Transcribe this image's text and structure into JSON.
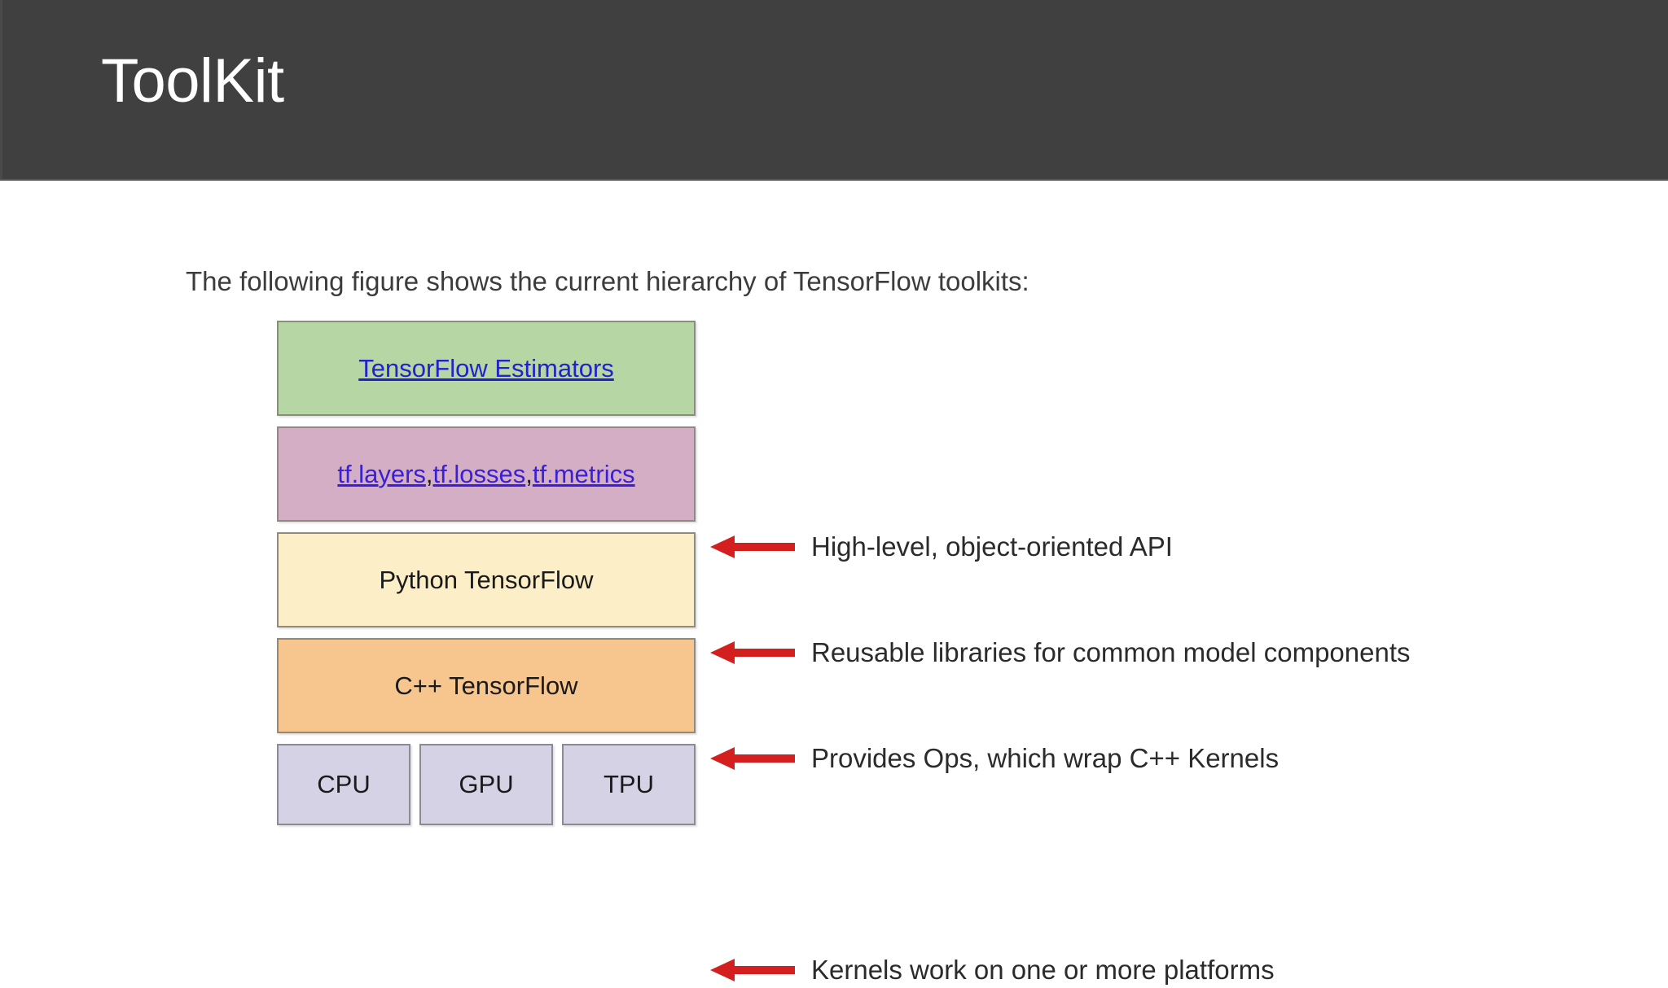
{
  "slide": {
    "title": "ToolKit",
    "header_bg": "#404040",
    "title_color": "#ffffff"
  },
  "figure": {
    "intro_text": "The following figure shows the current hierarchy of TensorFlow toolkits:",
    "arrow_color": "#d41f1f",
    "link_color": "#2222cc",
    "layers": [
      {
        "id": "estimators",
        "label": "TensorFlow Estimators",
        "is_link": true,
        "fill": "#b6d6a4",
        "annotation": "High-level, object-oriented API"
      },
      {
        "id": "libraries",
        "label": "tf.layers, tf.losses, tf.metrics",
        "links": [
          "tf.layers",
          "tf.losses",
          "tf.metrics"
        ],
        "separator": ", ",
        "is_link": true,
        "fill": "#d4aec4",
        "annotation": "Reusable libraries for common model components"
      },
      {
        "id": "python-tensorflow",
        "label": "Python TensorFlow",
        "is_link": false,
        "fill": "#fcefc7",
        "annotation": "Provides Ops, which wrap C++ Kernels"
      },
      {
        "id": "cpp-tensorflow",
        "label": "C++ TensorFlow",
        "is_link": false,
        "fill": "#f7c68e",
        "annotation": ""
      }
    ],
    "platforms": {
      "fill": "#d6d2e6",
      "items": [
        "CPU",
        "GPU",
        "TPU"
      ],
      "annotation": "Kernels work on one or more platforms"
    },
    "annotations": [
      "High-level, object-oriented API",
      "Reusable libraries for common model components",
      "Provides Ops, which wrap C++ Kernels",
      "Kernels work on one or more platforms"
    ]
  }
}
